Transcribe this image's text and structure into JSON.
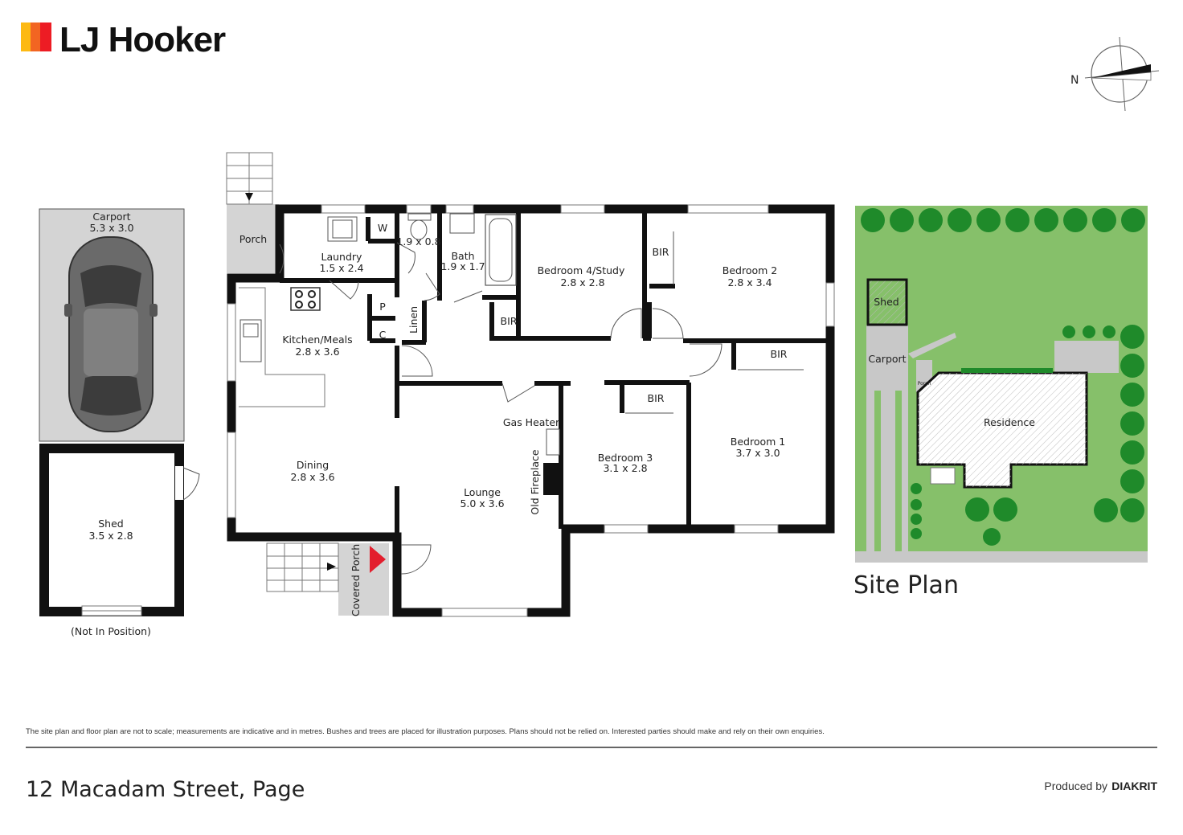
{
  "brand": {
    "name": "LJ Hooker",
    "colors": [
      "#f26522",
      "#fdb913",
      "#ed1c24"
    ]
  },
  "compass": {
    "north_label": "N"
  },
  "outbuildings": {
    "carport": {
      "name": "Carport",
      "size": "5.3 x 3.0"
    },
    "shed": {
      "name": "Shed",
      "size": "3.5 x 2.8"
    },
    "note": "(Not In Position)"
  },
  "rooms": {
    "porch": {
      "name": "Porch"
    },
    "laundry": {
      "name": "Laundry",
      "size": "1.5 x 2.4"
    },
    "w_label": "W",
    "wc_size": "1.9 x 0.8",
    "bath": {
      "name": "Bath",
      "size": "1.9 x 1.7"
    },
    "bedroom4": {
      "name": "Bedroom 4/Study",
      "size": "2.8 x 2.8"
    },
    "bir_b2": "BIR",
    "bedroom2": {
      "name": "Bedroom 2",
      "size": "2.8 x 3.4"
    },
    "kitchen": {
      "name": "Kitchen/Meals",
      "size": "2.8 x 3.6"
    },
    "pantry": "P",
    "cupboard": "C",
    "linen": "Linen",
    "bir_b4": "BIR",
    "bir_b1": "BIR",
    "bir_b3": "BIR",
    "bedroom1": {
      "name": "Bedroom 1",
      "size": "3.7 x 3.0"
    },
    "bedroom3": {
      "name": "Bedroom 3",
      "size": "3.1 x 2.8"
    },
    "gas_heater": "Gas Heater",
    "fireplace": "Old Fireplace",
    "dining": {
      "name": "Dining",
      "size": "2.8 x 3.6"
    },
    "lounge": {
      "name": "Lounge",
      "size": "5.0 x 3.6"
    },
    "covered_porch": "Covered Porch"
  },
  "site_plan": {
    "title": "Site Plan",
    "shed": "Shed",
    "carport": "Carport",
    "porch": "Porch",
    "residence": "Residence",
    "colors": {
      "lawn": "#86c06a",
      "tree": "#1f8a2a",
      "paving": "#c8c8c8"
    }
  },
  "footer": {
    "disclaimer": "The site plan and floor plan are not to scale; measurements are indicative and in metres. Bushes and trees are placed for illustration purposes. Plans should not be relied on. Interested parties should make and rely on their own enquiries.",
    "address": "12 Macadam Street, Page",
    "produced_by": "Produced by",
    "producer": "DIAKRIT"
  }
}
